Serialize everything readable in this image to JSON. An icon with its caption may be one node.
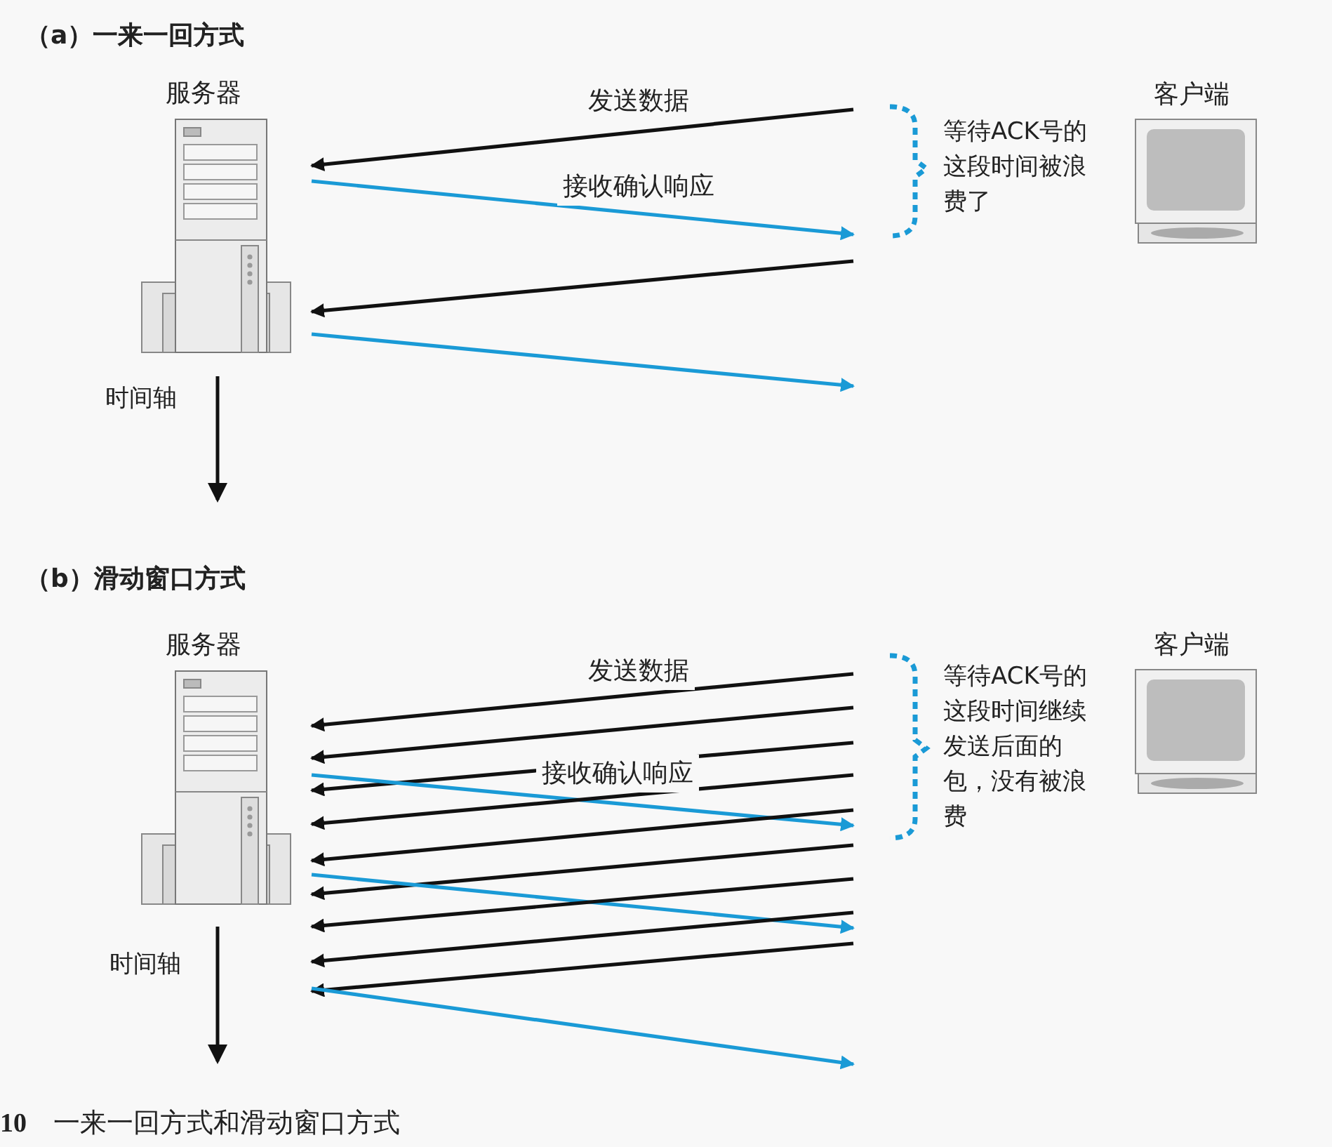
{
  "diagram": {
    "caption": "**10** 一来一回方式和滑动窗口方式",
    "nodes": [
      {
        "text": [
          "服务器"
        ]
      },
      {
        "text": [
          "客户端"
        ]
      },
      {
        "text": [
          "服务器"
        ]
      },
      {
        "text": [
          "客户端"
        ]
      }
    ],
    "edges": [
      {
        "from": null,
        "to": 0,
        "arrow": "to",
        "label": "发送数据"
      },
      {
        "from": 0,
        "to": null,
        "arrow": "to",
        "label": "接收确认响应",
        "color": "#1a9ad6"
      },
      {
        "from": null,
        "to": 0,
        "arrow": "to"
      },
      {
        "from": 0,
        "to": null,
        "arrow": "to",
        "color": "#1a9ad6"
      },
      {
        "from": null,
        "to": 2,
        "arrow": "to",
        "label": "发送数据"
      },
      {
        "from": null,
        "to": 2,
        "arrow": "to"
      },
      {
        "from": null,
        "to": 2,
        "arrow": "to"
      },
      {
        "from": 2,
        "to": null,
        "arrow": "to",
        "label": "接收确认响应",
        "color": "#1a9ad6"
      },
      {
        "from": null,
        "to": 2,
        "arrow": "to"
      },
      {
        "from": null,
        "to": 2,
        "arrow": "to"
      },
      {
        "from": null,
        "to": 2,
        "arrow": "to"
      },
      {
        "from": 2,
        "to": null,
        "arrow": "to",
        "color": "#1a9ad6"
      },
      {
        "from": null,
        "to": 2,
        "arrow": "to"
      },
      {
        "from": null,
        "to": 2,
        "arrow": "to"
      },
      {
        "from": null,
        "to": 2,
        "arrow": "to"
      },
      {
        "from": 2,
        "to": null,
        "arrow": "to",
        "color": "#1a9ad6"
      }
    ],
    "labels": [
      "（a）一来一回方式",
      "等待ACK号的这段时间被浪费了",
      "时间轴",
      "（b）滑动窗口方式",
      "等待ACK号的这段时间继续发送后面的包，没有被浪费",
      "时间轴"
    ]
  }
}
